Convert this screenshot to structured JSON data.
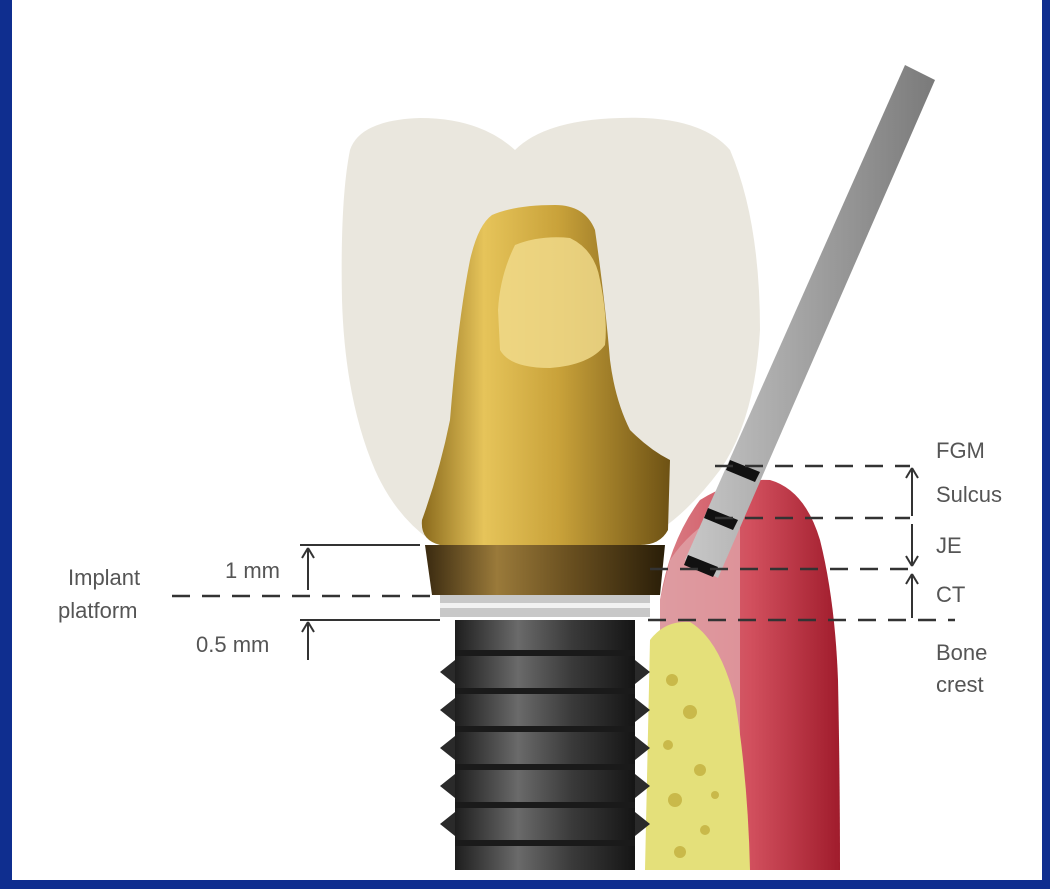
{
  "labels": {
    "fgm": "FGM",
    "sulcus": "Sulcus",
    "je": "JE",
    "ct": "CT",
    "bone_crest_line1": "Bone",
    "bone_crest_line2": "crest",
    "implant_platform_line1": "Implant",
    "implant_platform_line2": "platform",
    "one_mm": "1 mm",
    "half_mm": "0.5 mm"
  },
  "colors": {
    "background_border": "#0f2e8f",
    "panel": "#ffffff",
    "crown": "#e9e6dc",
    "abutment_gold": "#c9a23a",
    "implant_body": "#3a3a3a",
    "gingiva": "#c9485a",
    "bone": "#e4e07a",
    "probe": "#9a9a9a",
    "dashed_line": "#333333",
    "label_text": "#555555"
  }
}
